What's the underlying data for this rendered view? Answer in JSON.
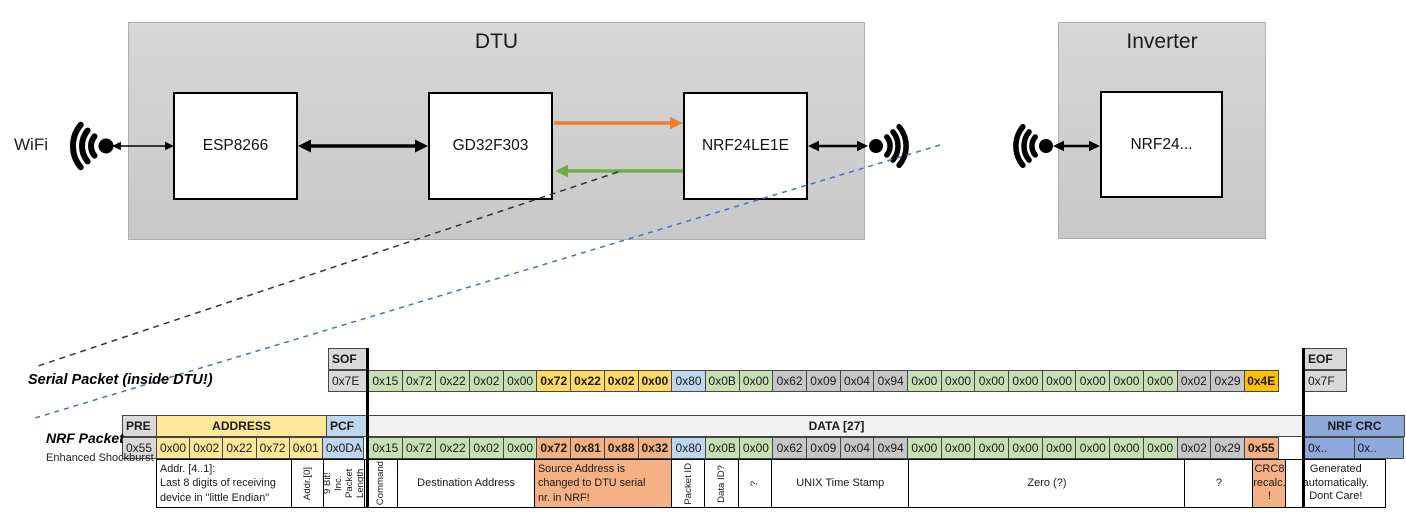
{
  "diagram": {
    "wifi_label": "WiFi",
    "dtu_title": "DTU",
    "dtu_components": [
      "ESP8266",
      "GD32F303",
      "NRF24LE1E"
    ],
    "inverter_title": "Inverter",
    "inverter_component": "NRF24...",
    "colors": {
      "orange_arrow": "#ED7D31",
      "green_arrow": "#70AD47",
      "blue_dash": "#4472C4",
      "black": "#2b2b2b"
    }
  },
  "serial_packet": {
    "label": "Serial Packet (inside DTU!)",
    "sof_header": "SOF",
    "sof_value": "0x7E",
    "eof_header": "EOF",
    "eof_value": "0x7F",
    "bytes": [
      {
        "v": "0x15",
        "c": "g"
      },
      {
        "v": "0x72",
        "c": "g"
      },
      {
        "v": "0x22",
        "c": "g"
      },
      {
        "v": "0x02",
        "c": "g"
      },
      {
        "v": "0x00",
        "c": "g"
      },
      {
        "v": "0x72",
        "c": "ys"
      },
      {
        "v": "0x22",
        "c": "ys"
      },
      {
        "v": "0x02",
        "c": "ys"
      },
      {
        "v": "0x00",
        "c": "ys"
      },
      {
        "v": "0x80",
        "c": "b"
      },
      {
        "v": "0x0B",
        "c": "g"
      },
      {
        "v": "0x00",
        "c": "g"
      },
      {
        "v": "0x62",
        "c": "gr"
      },
      {
        "v": "0x09",
        "c": "gr"
      },
      {
        "v": "0x04",
        "c": "gr"
      },
      {
        "v": "0x94",
        "c": "gr"
      },
      {
        "v": "0x00",
        "c": "g"
      },
      {
        "v": "0x00",
        "c": "g"
      },
      {
        "v": "0x00",
        "c": "g"
      },
      {
        "v": "0x00",
        "c": "g"
      },
      {
        "v": "0x00",
        "c": "g"
      },
      {
        "v": "0x00",
        "c": "g"
      },
      {
        "v": "0x00",
        "c": "g"
      },
      {
        "v": "0x00",
        "c": "g"
      },
      {
        "v": "0x02",
        "c": "gr"
      },
      {
        "v": "0x29",
        "c": "gr"
      },
      {
        "v": "0x4E",
        "c": "gold"
      }
    ]
  },
  "nrf_packet": {
    "label": "NRF Packet",
    "sublabel": "Enhanced Shockburst",
    "pre_header": "PRE",
    "pre_value": "0x55",
    "address_header": "ADDRESS",
    "address_values": [
      "0x00",
      "0x02",
      "0x22",
      "0x72",
      "0x01"
    ],
    "pcf_header": "PCF",
    "pcf_value": "0x0DA",
    "data_header": "DATA [27]",
    "crc_header": "NRF CRC",
    "crc_values": [
      "0x..",
      "0x.."
    ],
    "bytes": [
      {
        "v": "0x15",
        "c": "g"
      },
      {
        "v": "0x72",
        "c": "g"
      },
      {
        "v": "0x22",
        "c": "g"
      },
      {
        "v": "0x02",
        "c": "g"
      },
      {
        "v": "0x00",
        "c": "g"
      },
      {
        "v": "0x72",
        "c": "sal"
      },
      {
        "v": "0x81",
        "c": "sal"
      },
      {
        "v": "0x88",
        "c": "sal"
      },
      {
        "v": "0x32",
        "c": "sal"
      },
      {
        "v": "0x80",
        "c": "b"
      },
      {
        "v": "0x0B",
        "c": "g"
      },
      {
        "v": "0x00",
        "c": "g"
      },
      {
        "v": "0x62",
        "c": "gr"
      },
      {
        "v": "0x09",
        "c": "gr"
      },
      {
        "v": "0x04",
        "c": "gr"
      },
      {
        "v": "0x94",
        "c": "gr"
      },
      {
        "v": "0x00",
        "c": "g"
      },
      {
        "v": "0x00",
        "c": "g"
      },
      {
        "v": "0x00",
        "c": "g"
      },
      {
        "v": "0x00",
        "c": "g"
      },
      {
        "v": "0x00",
        "c": "g"
      },
      {
        "v": "0x00",
        "c": "g"
      },
      {
        "v": "0x00",
        "c": "g"
      },
      {
        "v": "0x00",
        "c": "g"
      },
      {
        "v": "0x02",
        "c": "gr"
      },
      {
        "v": "0x29",
        "c": "gr"
      },
      {
        "v": "0x55",
        "c": "sal"
      }
    ]
  },
  "annotations": [
    {
      "key": "addr-4-1",
      "text": "Addr. [4..1]:\nLast 8 digits of receiving\ndevice in \"little Endian\"",
      "align": "left"
    },
    {
      "key": "addr-0",
      "text": "Addr.[0]",
      "rot": 1
    },
    {
      "key": "pcf-9bit",
      "text": "9 Bit!\nInc. Packet\nLength",
      "rot": 1
    },
    {
      "key": "command",
      "text": "Command",
      "rot": 1
    },
    {
      "key": "destination-address",
      "text": "Destination Address"
    },
    {
      "key": "source-address-note",
      "text": "Source Address is\nchanged to DTU serial\nnr. in NRF!",
      "bg": "salmon",
      "align": "left"
    },
    {
      "key": "packet-id",
      "text": "Packet ID",
      "rot": 1
    },
    {
      "key": "data-id",
      "text": "Data ID?",
      "rot": 1
    },
    {
      "key": "unknown-byte",
      "text": "?",
      "rot": 1
    },
    {
      "key": "unix-time-stamp",
      "text": "UNIX Time Stamp"
    },
    {
      "key": "zero",
      "text": "Zero (?)"
    },
    {
      "key": "unknown-bytes",
      "text": "?"
    },
    {
      "key": "crc8",
      "text": "CRC8\nrecalc.\n!",
      "bg": "salmon"
    },
    {
      "key": "nrf-crc-note",
      "text": "Generated\nautomatically.\nDont Care!"
    }
  ],
  "palette": {
    "green": "#C6E0B4",
    "yellow": "#FFE699",
    "yellow_src": "#FFD966",
    "blue_light": "#BDD7EE",
    "blue_med": "#8EAADB",
    "gray": "#D9D9D9",
    "gray_mid": "#C6C6C6",
    "gold": "#FFC000",
    "salmon": "#F4B183",
    "data_header_bg": "#F2F2F2"
  }
}
